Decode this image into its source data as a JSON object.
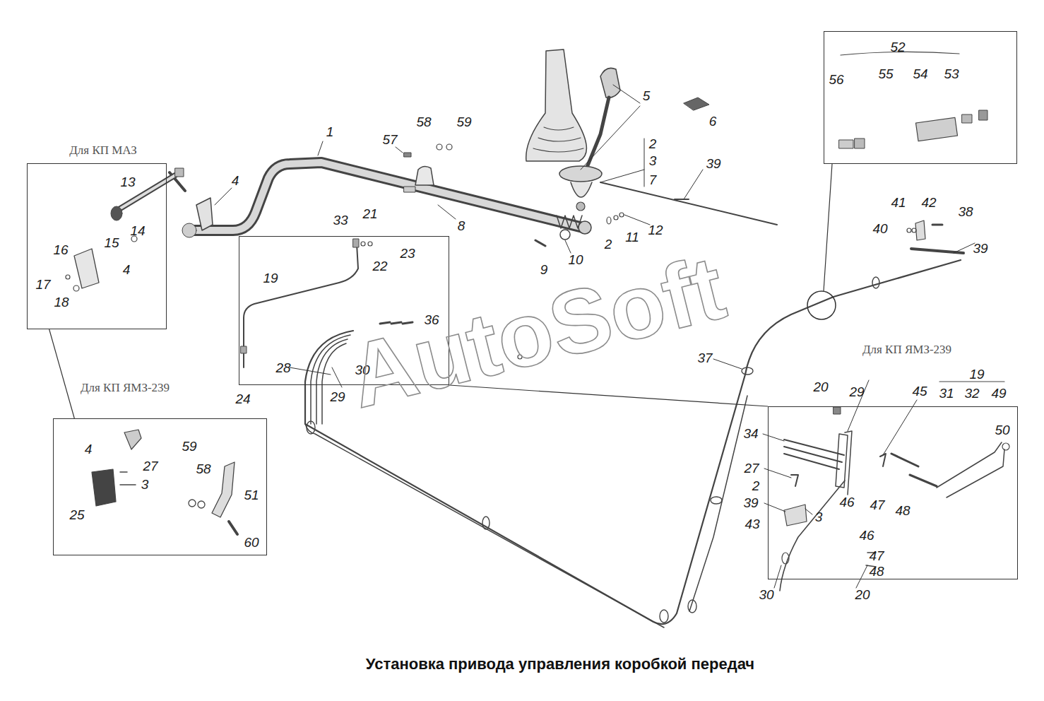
{
  "diagram": {
    "title": "Установка привода управления коробкой передач",
    "nodes": [
      {
        "text": [
          "Для КП МАЗ",
          "13",
          "14",
          "15",
          "16",
          "4",
          "17",
          "18"
        ]
      },
      {
        "text": [
          "Для КП ЯМЗ-239",
          "4",
          "27",
          "3",
          "25",
          "59",
          "58",
          "51",
          "60"
        ]
      },
      {
        "text": [
          "23",
          "22",
          "19",
          "36",
          "28",
          "30"
        ]
      },
      {
        "text": [
          "52",
          "56",
          "55",
          "54",
          "53"
        ]
      },
      {
        "text": [
          "Для КП ЯМЗ-239",
          "50",
          "3",
          "46",
          "47",
          "48",
          "46",
          "47",
          "48"
        ]
      }
    ],
    "edges": [
      {
        "from": 0,
        "to": 1,
        "arrow": "none"
      },
      {
        "from": 2,
        "to": 4,
        "arrow": "none"
      }
    ],
    "labels": [
      "1",
      "4",
      "57",
      "58",
      "59",
      "5",
      "6",
      "2",
      "3",
      "7",
      "39",
      "8",
      "10",
      "9",
      "2",
      "11",
      "12",
      "33",
      "21",
      "41",
      "42",
      "38",
      "40",
      "39",
      "37",
      "24",
      "29",
      "20",
      "29",
      "19",
      "45",
      "31",
      "32",
      "49",
      "34",
      "27",
      "2",
      "39",
      "43",
      "20",
      "30",
      "AutoSoft"
    ]
  }
}
